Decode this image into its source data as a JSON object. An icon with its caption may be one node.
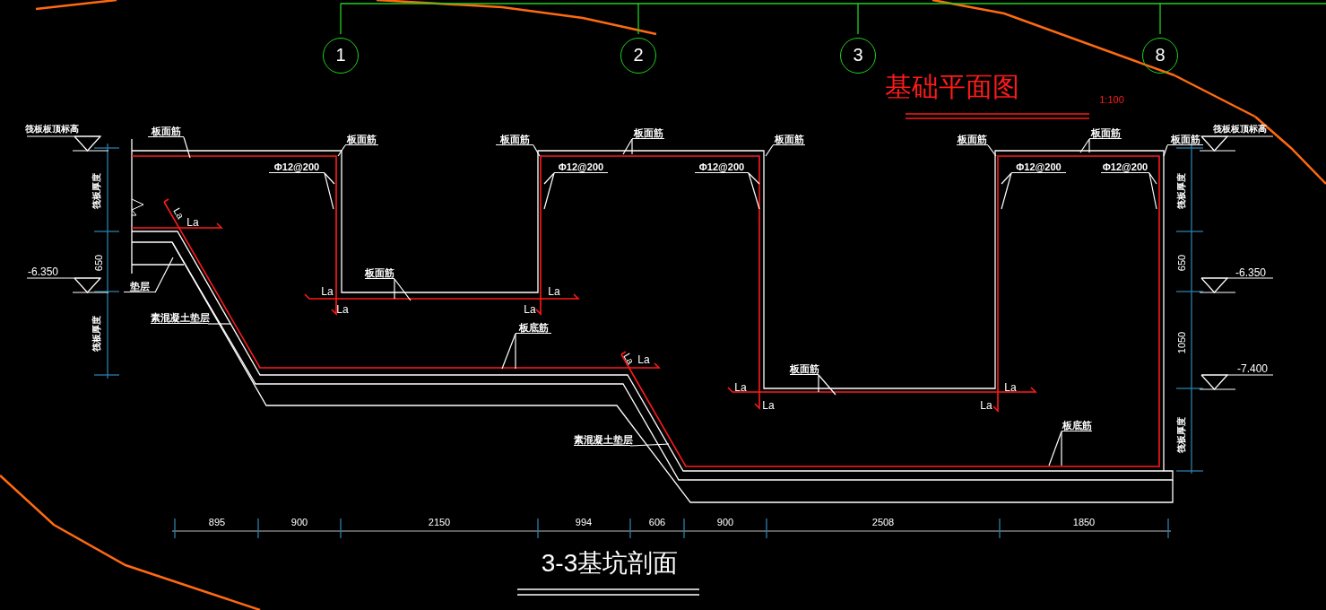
{
  "diagram": {
    "title": "3-3基坑剖面",
    "nodes": [
      {
        "text": [
          "1"
        ]
      },
      {
        "text": [
          "2"
        ]
      },
      {
        "text": [
          "3"
        ]
      },
      {
        "text": [
          "8"
        ]
      },
      {
        "text": [
          "板面筋"
        ]
      },
      {
        "text": [
          "板面筋"
        ]
      },
      {
        "text": [
          "Φ12@200"
        ]
      },
      {
        "text": [
          "板面筋"
        ]
      },
      {
        "text": [
          "Φ12@200"
        ]
      },
      {
        "text": [
          "板面筋"
        ]
      },
      {
        "text": [
          "Φ12@200"
        ]
      },
      {
        "text": [
          "板面筋"
        ]
      },
      {
        "text": [
          "板面筋"
        ]
      },
      {
        "text": [
          "Φ12@200"
        ]
      },
      {
        "text": [
          "板面筋"
        ]
      },
      {
        "text": [
          "Φ12@200"
        ]
      },
      {
        "text": [
          "板面筋"
        ]
      },
      {
        "text": [
          "板面筋"
        ]
      },
      {
        "text": [
          "垫层"
        ]
      },
      {
        "text": [
          "素混凝土垫层"
        ]
      },
      {
        "text": [
          "板底筋"
        ]
      },
      {
        "text": [
          "素混凝土垫层"
        ]
      },
      {
        "text": [
          "板面筋"
        ]
      },
      {
        "text": [
          "板底筋"
        ]
      }
    ],
    "edges": [
      {
        "from": 4,
        "to": null,
        "arrow": "none"
      },
      {
        "from": 5,
        "to": null,
        "arrow": "none"
      },
      {
        "from": 6,
        "to": null,
        "arrow": "none"
      },
      {
        "from": 6,
        "to": null,
        "arrow": "none"
      },
      {
        "from": 7,
        "to": null,
        "arrow": "none"
      },
      {
        "from": 8,
        "to": null,
        "arrow": "none"
      },
      {
        "from": 8,
        "to": null,
        "arrow": "none"
      },
      {
        "from": 9,
        "to": null,
        "arrow": "none"
      },
      {
        "from": 9,
        "to": null,
        "arrow": "none"
      },
      {
        "from": 10,
        "to": null,
        "arrow": "none"
      },
      {
        "from": 10,
        "to": null,
        "arrow": "none"
      },
      {
        "from": 11,
        "to": null,
        "arrow": "none"
      },
      {
        "from": 12,
        "to": null,
        "arrow": "none"
      },
      {
        "from": 13,
        "to": null,
        "arrow": "none"
      },
      {
        "from": 13,
        "to": null,
        "arrow": "none"
      },
      {
        "from": 14,
        "to": null,
        "arrow": "none"
      },
      {
        "from": 14,
        "to": null,
        "arrow": "none"
      },
      {
        "from": 15,
        "to": null,
        "arrow": "none"
      },
      {
        "from": 15,
        "to": null,
        "arrow": "none"
      },
      {
        "from": 16,
        "to": null,
        "arrow": "none"
      },
      {
        "from": 17,
        "to": null,
        "arrow": "none"
      },
      {
        "from": 17,
        "to": null,
        "arrow": "none"
      },
      {
        "from": 18,
        "to": null,
        "arrow": "none"
      },
      {
        "from": 19,
        "to": null,
        "arrow": "none"
      },
      {
        "from": 20,
        "to": null,
        "arrow": "none"
      },
      {
        "from": 20,
        "to": null,
        "arrow": "none"
      },
      {
        "from": 21,
        "to": null,
        "arrow": "none"
      },
      {
        "from": 22,
        "to": null,
        "arrow": "none"
      },
      {
        "from": 22,
        "to": null,
        "arrow": "none"
      },
      {
        "from": 23,
        "to": null,
        "arrow": "none"
      },
      {
        "from": 23,
        "to": null,
        "arrow": "none"
      }
    ],
    "labels": [
      "基础平面图",
      "1:100",
      "筏板板顶标高",
      "筏板板顶标高",
      "筏板厚度",
      "筏板厚度",
      "La",
      "La",
      "650",
      "650",
      "-6.350",
      "-6.350",
      "La",
      "La",
      "La",
      "La",
      "筏板厚度",
      "1050",
      "La",
      "La",
      "-7.400",
      "La",
      "La",
      "La",
      "La",
      "筏板厚度",
      "895",
      "900",
      "2150",
      "994",
      "606",
      "900",
      "2508",
      "1850"
    ]
  }
}
